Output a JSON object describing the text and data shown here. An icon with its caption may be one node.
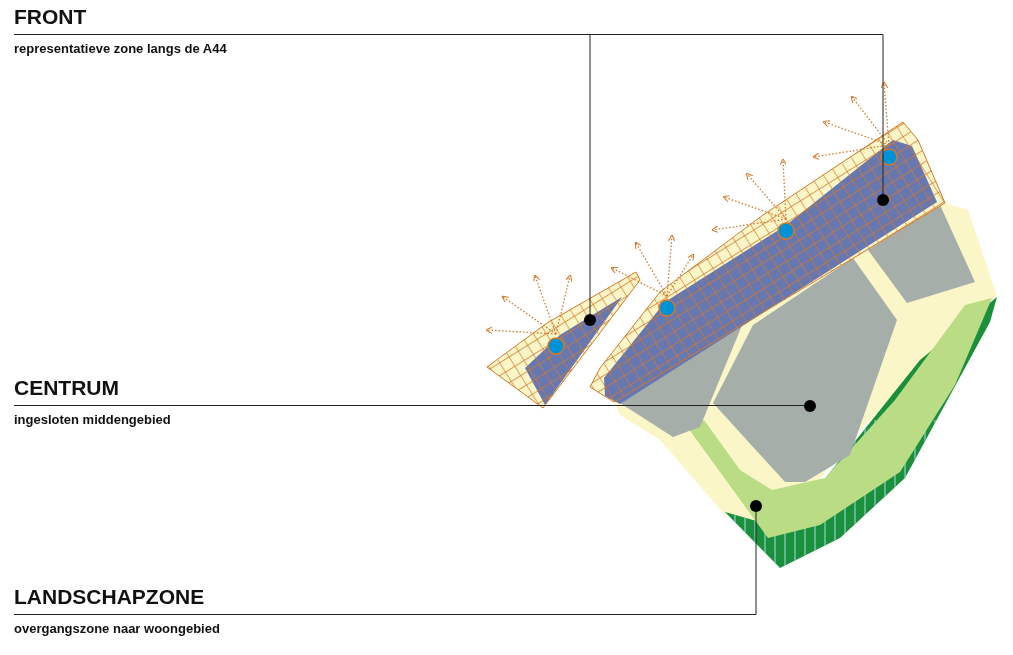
{
  "diagram": {
    "nodes": [
      {
        "text": [
          "FRONT",
          "representatieve zone langs de A44"
        ]
      },
      {
        "text": [
          "CENTRUM",
          "ingesloten middengebied"
        ]
      },
      {
        "text": [
          "LANDSCHAPZONE",
          "overgangszone naar woongebied"
        ]
      },
      {
        "text": [],
        "shape": "circle"
      },
      {
        "text": [],
        "shape": "circle"
      },
      {
        "text": [],
        "shape": "circle"
      },
      {
        "text": [],
        "shape": "circle"
      }
    ],
    "edges": [
      {
        "from": 0,
        "to": 3,
        "arrow": "none"
      },
      {
        "from": 0,
        "to": 6,
        "arrow": "none"
      },
      {
        "from": 1,
        "to": 5,
        "arrow": "none"
      },
      {
        "from": 2,
        "to": 4,
        "arrow": "none"
      }
    ]
  }
}
